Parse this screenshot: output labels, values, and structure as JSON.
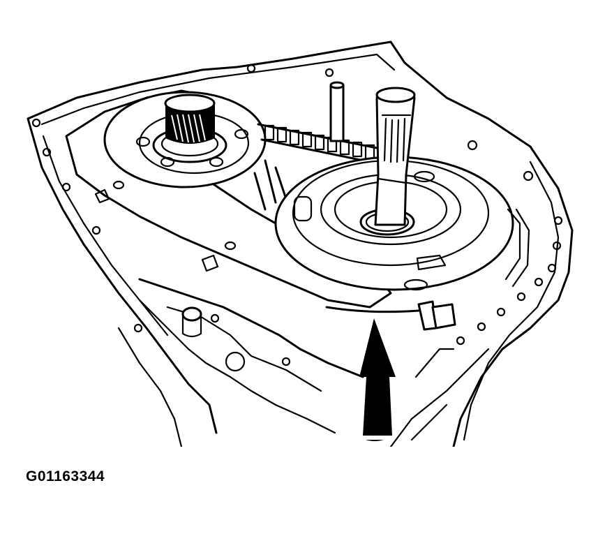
{
  "figure": {
    "id_label": "G01163344",
    "subject": "transmission case with drive and driven sprockets, chain and shafts",
    "callouts": [
      {
        "type": "arrow",
        "direction": "up",
        "color": "#000000",
        "points_to": "driven sprocket lower edge"
      }
    ]
  },
  "colors": {
    "line": "#000000",
    "background": "#ffffff"
  }
}
